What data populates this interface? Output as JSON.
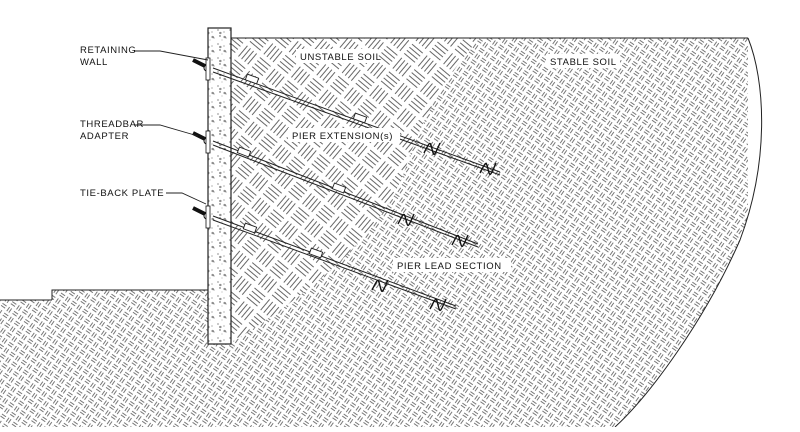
{
  "labels": {
    "retaining_wall_line1": "RETAINING",
    "retaining_wall_line2": "WALL",
    "threadbar_line1": "THREADBAR",
    "threadbar_line2": "ADAPTER",
    "tieback_plate": "TIE-BACK PLATE",
    "unstable_soil": "UNSTABLE SOIL",
    "stable_soil": "STABLE SOIL",
    "pier_extension": "PIER EXTENSION(s)",
    "pier_lead_section": "PIER LEAD SECTION"
  },
  "colors": {
    "line": "#222222",
    "hatch": "#555555",
    "background": "#ffffff"
  }
}
